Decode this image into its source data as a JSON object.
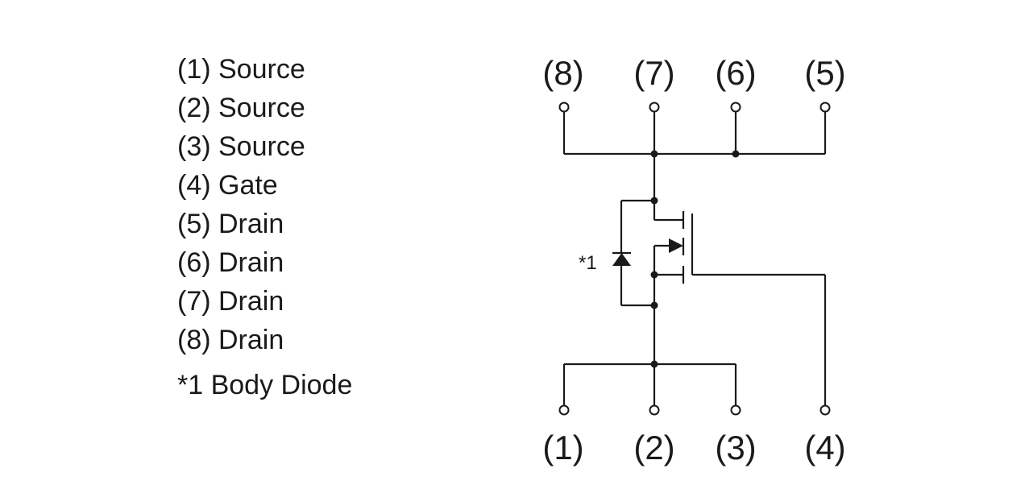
{
  "pin_list": [
    "(1) Source",
    "(2) Source",
    "(3) Source",
    "(4) Gate",
    "(5) Drain",
    "(6) Drain",
    "(7) Drain",
    "(8) Drain"
  ],
  "note": "*1 Body Diode",
  "schematic": {
    "top_pins": [
      "(8)",
      "(7)",
      "(6)",
      "(5)"
    ],
    "bottom_pins": [
      "(1)",
      "(2)",
      "(3)",
      "(4)"
    ],
    "diode_marker": "*1"
  }
}
